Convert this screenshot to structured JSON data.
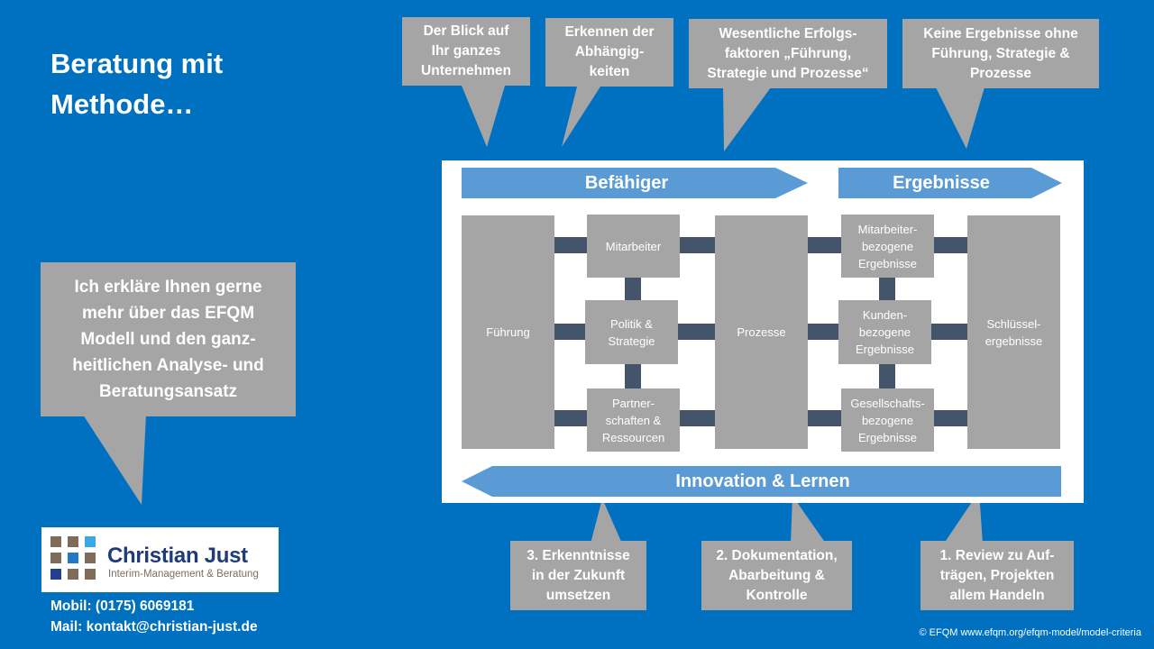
{
  "title": "Beratung mit\nMethode…",
  "colors": {
    "background": "#0070c0",
    "bubble": "#a5a5a5",
    "arrow": "#5b9bd5",
    "box": "#a5a5a5",
    "connector": "#44546a",
    "logo_name": "#1f3b7a",
    "logo_sub": "#7b6e62"
  },
  "top_bubbles": [
    {
      "text": "Der Blick auf\nIhr ganzes\nUnternehmen"
    },
    {
      "text": "Erkennen der\nAbhängig-\nkeiten"
    },
    {
      "text": "Wesentliche Erfolgs-\nfaktoren „Führung,\nStrategie und Prozesse“"
    },
    {
      "text": "Keine Ergebnisse ohne\nFührung, Strategie &\nProzesse"
    }
  ],
  "left_bubble": {
    "text": "Ich erkläre Ihnen gerne\nmehr über das EFQM\nModell und den ganz-\nheitlichen Analyse- und\nBeratungsansatz"
  },
  "bottom_bubbles": [
    {
      "text": "3. Erkenntnisse\nin der Zukunft\numsetzen"
    },
    {
      "text": "2. Dokumentation,\nAbarbeitung &\nKontrolle"
    },
    {
      "text": "1. Review zu Auf-\nträgen, Projekten\nallem Handeln"
    }
  ],
  "model": {
    "enablers_label": "Befähiger",
    "results_label": "Ergebnisse",
    "innovation_label": "Innovation & Lernen",
    "boxes": {
      "fuehrung": "Führung",
      "mitarbeiter": "Mitarbeiter",
      "politik": "Politik &\nStrategie",
      "partner": "Partner-\nschaften &\nRessourcen",
      "prozesse": "Prozesse",
      "mitarbeiter_ergebnisse": "Mitarbeiter-\nbezogene\nErgebnisse",
      "kunden_ergebnisse": "Kunden-\nbezogene\nErgebnisse",
      "gesellschaft_ergebnisse": "Gesellschafts-\nbezogene\nErgebnisse",
      "schluessel": "Schlüssel-\nergebnisse"
    }
  },
  "logo": {
    "name": "Christian Just",
    "subtitle": "Interim-Management & Beratung",
    "grid_colors": [
      [
        "#7f6b5a",
        "#7f6b5a",
        "#3aa8e6"
      ],
      [
        "#7f6b5a",
        "#1f78c8",
        "#7f6b5a"
      ],
      [
        "#1f3f8f",
        "#7f6b5a",
        "#7f6b5a"
      ]
    ]
  },
  "contact": {
    "mobile": "Mobil: (0175) 6069181",
    "mail": "Mail: kontakt@christian-just.de"
  },
  "copyright": "© EFQM  www.efqm.org/efqm-model/model-criteria"
}
